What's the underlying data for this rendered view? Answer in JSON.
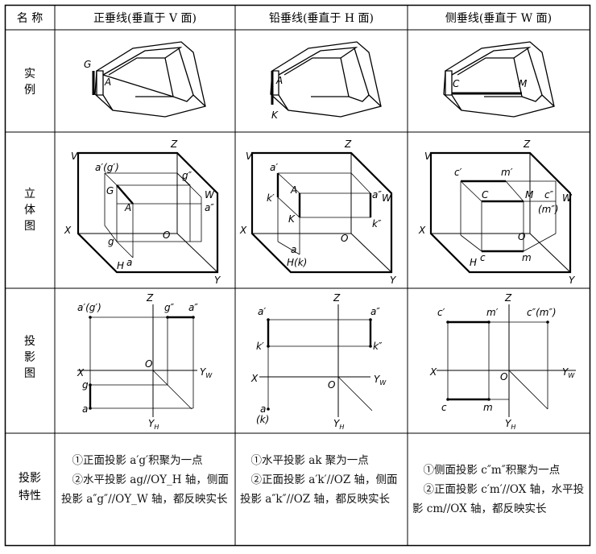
{
  "header": {
    "name": "名 称",
    "col1": "正垂线(垂直于 V 面)",
    "col2": "铅垂线(垂直于 H 面)",
    "col3": "侧垂线(垂直于 W 面)"
  },
  "rows": {
    "example": "实例",
    "solid": "立体图",
    "projection": "投影图",
    "property": "投影特性"
  },
  "labels": {
    "G": "G",
    "A": "A",
    "K": "K",
    "C": "C",
    "M": "M",
    "V": "V",
    "Z": "Z",
    "X": "X",
    "Y": "Y",
    "H": "H",
    "W": "W",
    "O": "O",
    "a_g": "a′(g′)",
    "g2": "g″",
    "a2": "a″",
    "g": "g",
    "a": "a",
    "a1": "a′",
    "k1": "k′",
    "k2": "k″",
    "a_k": "a",
    "k_paren": "(k)",
    "hk": "H(k)",
    "c1": "c′",
    "m1": "m′",
    "c2": "c″",
    "m2paren": "(m″)",
    "c2m2": "c″(m″)",
    "c": "c",
    "m": "m",
    "YW": "Y_W",
    "YH": "Y_H"
  },
  "desc": {
    "col1": [
      "①正面投影 a′g′积聚为一点",
      "②水平投影 ag//OY_H 轴，侧面投影 a″g″//OY_W 轴，都反映实长"
    ],
    "col2": [
      "①水平投影 ak 聚为一点",
      "②正面投影 a′k′//OZ 轴，侧面投影 a″k″//OZ 轴，都反映实长"
    ],
    "col3": [
      "①侧面投影 c″m″积聚为一点",
      "②正面投影 c′m′//OX 轴，水平投影 cm//OX 轴，都反映实长"
    ]
  }
}
